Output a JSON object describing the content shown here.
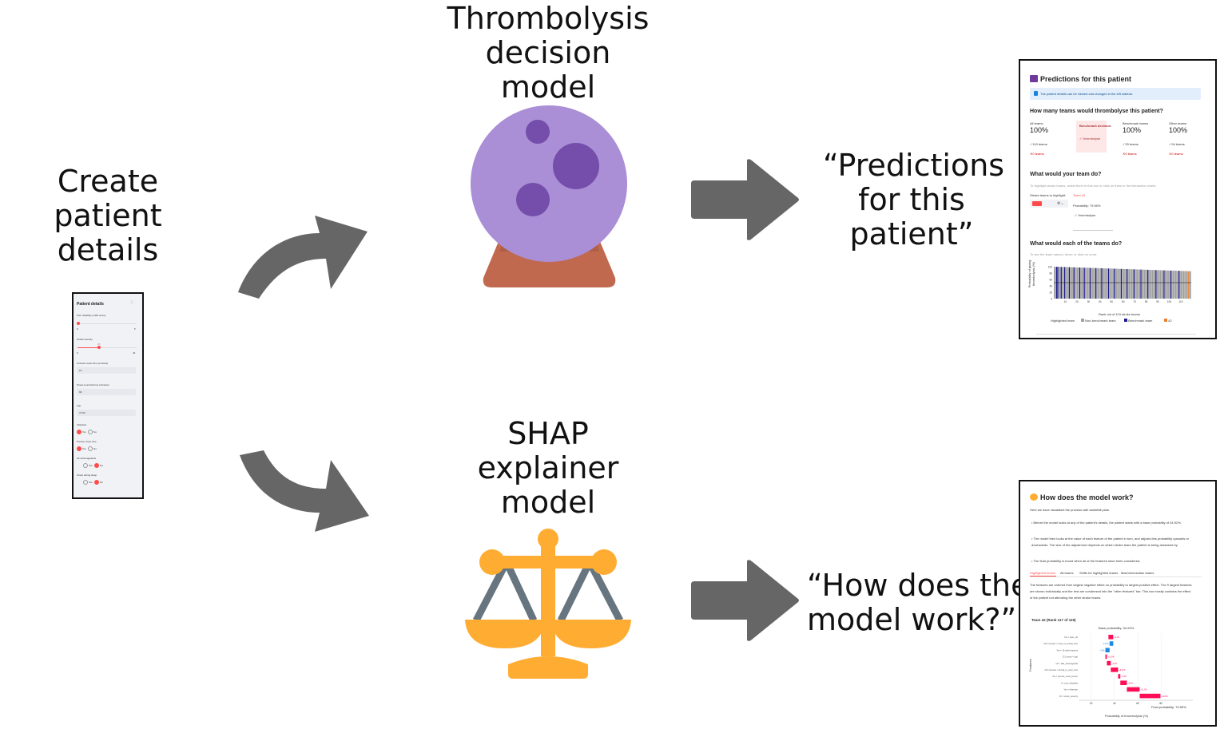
{
  "labels": {
    "create_lines": [
      "Create",
      "patient",
      "details"
    ],
    "thrombolysis_lines": [
      "Thrombolysis",
      "decision",
      "model"
    ],
    "shap_lines": [
      "SHAP",
      "explainer",
      "model"
    ],
    "predictions_lines": [
      "“Predictions",
      "for this",
      "patient”"
    ],
    "how_lines": [
      "“How does the",
      "model work?”"
    ]
  },
  "icons": {
    "crystal_ball": "crystal-ball-icon",
    "scales": "balance-scale-icon",
    "arrows": "arrow-icon"
  },
  "colors": {
    "arrow": "#666666",
    "ball": "#aa8ed6",
    "ball_spots": "#744eaa",
    "stand": "#c1694f",
    "scales": "#ffac33",
    "scales_dark": "#66757f",
    "accent_red": "#ff4b4b",
    "bar_grey": "#a0a0a0",
    "bar_navy": "#1a1a8c",
    "shap_pos": "#ff0d57",
    "shap_neg": "#1e88e5"
  },
  "patient_panel": {
    "title": "Patient details",
    "fields": [
      {
        "label": "Prior disability (mRS score)",
        "min": "0",
        "max": "5"
      },
      {
        "label": "Stroke severity",
        "value": "15",
        "min": "0",
        "max": "42"
      },
      {
        "label": "Arrival-to-scan time (minutes)",
        "value": "15"
      },
      {
        "label": "Onset-to-arrival time (minutes)",
        "value": "90"
      },
      {
        "label": "Age",
        "value": "72.50"
      }
    ],
    "radios": [
      {
        "label": "Infarction",
        "yes": "Yes",
        "no": "No",
        "selected": "yes"
      },
      {
        "label": "Precise onset time",
        "yes": "Yes",
        "no": "No",
        "selected": "yes"
      },
      {
        "label": "AF Anticoagulants",
        "yes": "Yes",
        "no": "No",
        "selected": "no"
      },
      {
        "label": "Onset during sleep",
        "yes": "Yes",
        "no": "No",
        "selected": "no"
      }
    ]
  },
  "predictions_page": {
    "title": "Predictions for this patient",
    "info": "The patient details can be viewed and changed in the left sidebar.",
    "q1": "How many teams would thrombolyse this patient?",
    "cols": [
      {
        "head": "All teams",
        "pct": "100%",
        "yes": "✓119 teams",
        "no": "✕0 teams"
      },
      {
        "head": "Benchmark teams",
        "pct": "100%",
        "yes": "✓25 teams",
        "no": "✕0 teams"
      },
      {
        "head": "Other teams",
        "pct": "100%",
        "yes": "✓94 teams",
        "no": "✕0 teams"
      }
    ],
    "benchmark_box": {
      "title": "Benchmark decision:",
      "value": "✓ thrombolyse"
    },
    "q2": "What would your team do?",
    "q2_hint": "To highlight stroke teams, select them in this box or click on them in the interactive charts.",
    "select_label": "Stroke teams to highlight:",
    "chip": "42 ×",
    "team": "Team 42",
    "prob": "Probability: 79.55%",
    "decision": "✓ thrombolyse",
    "q3": "What would each of the teams do?",
    "q3_hint": "To see the team names, hover or click on a bar.",
    "ylabel": "Probability of giving thrombolysis (%)",
    "xlabel": "Rank out of 119 stroke teams",
    "legend_title": "Highlighted team",
    "legend": [
      "Non-benchmark team",
      "Benchmark team",
      "42"
    ],
    "xticks": [
      "10",
      "20",
      "30",
      "40",
      "50",
      "60",
      "70",
      "80",
      "90",
      "100",
      "110"
    ],
    "yticks": [
      "100",
      "80",
      "60",
      "40",
      "20",
      "0"
    ]
  },
  "how_page": {
    "title": "How does the model work?",
    "intro": "Here we have visualised the process with waterfall plots.",
    "bullets": [
      "Before the model looks at any of the patient's details, the patient starts with a base probability of 34.92%.",
      "The model then looks at the value of each feature of the patient in turn, and adjusts this probability upwards or downwards. The size of the adjustment depends on which stroke team the patient is being assessed by.",
      "The final probability is found when all of the features have been considered."
    ],
    "tabs": [
      "Highlighted teams",
      "All teams",
      "Shifts for highlighted teams",
      "Max/min/median teams"
    ],
    "explain": "The features are ordered from largest negative effect on probability to largest positive effect. The 9 largest features are shown individually and the rest are condensed into the \"other features\" bar. This bar mostly contains the effect of the patient not attending the other stroke teams.",
    "chart_title": "Team 42 (Rank 117 of 119)",
    "base_label": "Base probability: 34.92%",
    "final_label": "Final probability: 79.55%",
    "xlabel": "Probability of thrombolysis (%)",
    "ylabel": "Features",
    "features": [
      "Yes = team_42",
      "90.0 minutes = onset_to_arrival_time",
      "Yes = 18 other features",
      "72.5 years = age",
      "No = afib_anticoagulant",
      "15.0 minutes = arrival_to_scan_time",
      "Yes = precise_onset_known",
      "0 = prior_disability",
      "Yes = infarction",
      "15 = stroke_severity"
    ],
    "contribs": [
      "+4.0%",
      "-3.07%",
      "-3.6%",
      "+1.30%",
      "+3.3%",
      "+6.27%",
      "+1.9%",
      "+5.6%",
      "+11.0%",
      "+16.8%"
    ],
    "xticks": [
      "20",
      "40",
      "60",
      "80"
    ]
  }
}
